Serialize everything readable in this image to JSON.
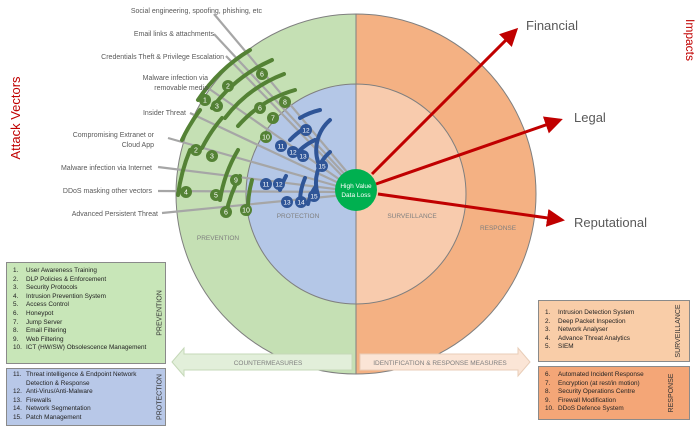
{
  "headers": {
    "attack_vectors": "Attack Vectors",
    "impacts": "Impacts"
  },
  "impacts": [
    "Financial",
    "Legal",
    "Reputational"
  ],
  "core_label": [
    "High Value",
    "Data Loss"
  ],
  "sector_labels": {
    "prevention": "PREVENTION",
    "protection": "PROTECTION",
    "surveillance": "SURVEILLANCE",
    "response": "RESPONSE"
  },
  "attack_vectors": [
    "Social engineering, spoofing, phishing, etc",
    "Email links & attachments",
    "Credentials Theft & Privilege Escalation",
    "Malware infection via",
    "removable media",
    "Insider Threat",
    "Compromising Extranet or",
    "Cloud App",
    "Malware infection via Internet",
    "DDoS masking other vectors",
    "Advanced Persistent Threat"
  ],
  "arrows": {
    "countermeasures": "COUNTERMEASURES",
    "identification": "IDENTIFICATION & RESPONSE MEASURES"
  },
  "prevention_box": {
    "title": "PREVENTION",
    "items": [
      {
        "num": "1.",
        "text": "User Awareness Training"
      },
      {
        "num": "2.",
        "text": "DLP Policies & Enforcement"
      },
      {
        "num": "3.",
        "text": "Security Protocols"
      },
      {
        "num": "4.",
        "text": "Intrusion Prevention System"
      },
      {
        "num": "5.",
        "text": "Access Control"
      },
      {
        "num": "6.",
        "text": "Honeypot"
      },
      {
        "num": "7.",
        "text": "Jump Server"
      },
      {
        "num": "8.",
        "text": "Email Filtering"
      },
      {
        "num": "9.",
        "text": "Web Filtering"
      },
      {
        "num": "10.",
        "text": "ICT (HW/SW) Obsolescence Management"
      }
    ]
  },
  "protection_box": {
    "title": "PROTECTION",
    "items": [
      {
        "num": "11.",
        "text": "Threat intelligence & Endpoint Network"
      },
      {
        "num": "",
        "text": "Detection & Response"
      },
      {
        "num": "12.",
        "text": "Anti-Virus/Anti-Malware"
      },
      {
        "num": "13.",
        "text": "Firewalls"
      },
      {
        "num": "14.",
        "text": "Network Segmentation"
      },
      {
        "num": "15.",
        "text": "Patch Management"
      }
    ]
  },
  "surveillance_box": {
    "title": "SURVEILLANCE",
    "items": [
      {
        "num": "1.",
        "text": "Intrusion Detection System"
      },
      {
        "num": "2.",
        "text": "Deep Packet Inspection"
      },
      {
        "num": "3.",
        "text": "Network Analyser"
      },
      {
        "num": "4.",
        "text": "Advance Threat Analytics"
      },
      {
        "num": "5.",
        "text": "SIEM"
      }
    ]
  },
  "response_box": {
    "title": "RESPONSE",
    "items": [
      {
        "num": "6.",
        "text": "Automated Incident Response"
      },
      {
        "num": "7.",
        "text": "Encryption (at rest/in motion)"
      },
      {
        "num": "8.",
        "text": "Security Operations Centre"
      },
      {
        "num": "9.",
        "text": "Firewall Modification"
      },
      {
        "num": "10.",
        "text": "DDoS Defence System"
      }
    ]
  },
  "green_badges": [
    "1",
    "2",
    "3",
    "4",
    "5",
    "6",
    "7",
    "8",
    "9",
    "10",
    "1",
    "2",
    "3",
    "4",
    "5",
    "6"
  ],
  "blue_badges": [
    "12",
    "11",
    "12",
    "13",
    "15",
    "11",
    "12",
    "13",
    "14",
    "15"
  ],
  "colors": {
    "prevention": "#c5e0b4",
    "protection": "#b4c7e7",
    "surveillance": "#f8cbad",
    "response": "#f4b183",
    "green": "#548235",
    "blue": "#2f5597",
    "core": "#00b050",
    "impact_arrow": "#c00000"
  }
}
